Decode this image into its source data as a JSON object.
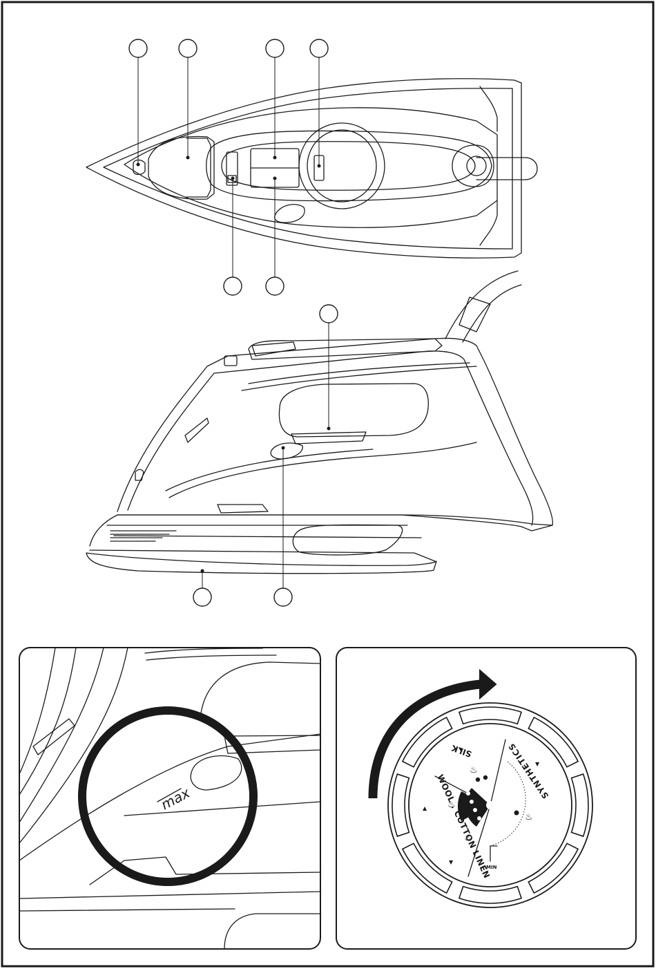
{
  "figure": {
    "border_color": "#1a1a1a",
    "background": "#ffffff"
  },
  "top_view": {
    "callouts": [
      "",
      "",
      "",
      "",
      "",
      ""
    ]
  },
  "side_view": {
    "callouts": [
      "",
      "",
      ""
    ]
  },
  "detail_panel": {
    "fill_mark": "max"
  },
  "dial_panel": {
    "labels": {
      "silk": "SILK",
      "synthetics": "SYNTHETICS",
      "wool_cotton_linen": "WOOL . COTTON LINEN",
      "min": "MIN"
    },
    "arrow_icon": "clockwise-arrow-icon"
  }
}
